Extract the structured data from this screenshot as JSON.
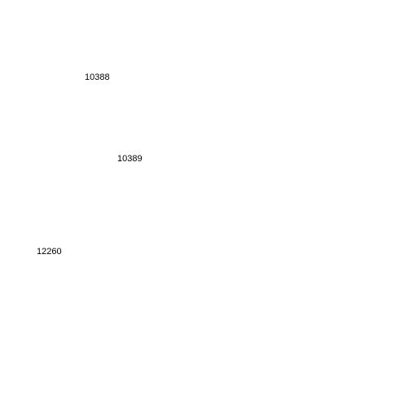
{
  "labels": [
    "10388",
    "10389",
    "12260"
  ]
}
